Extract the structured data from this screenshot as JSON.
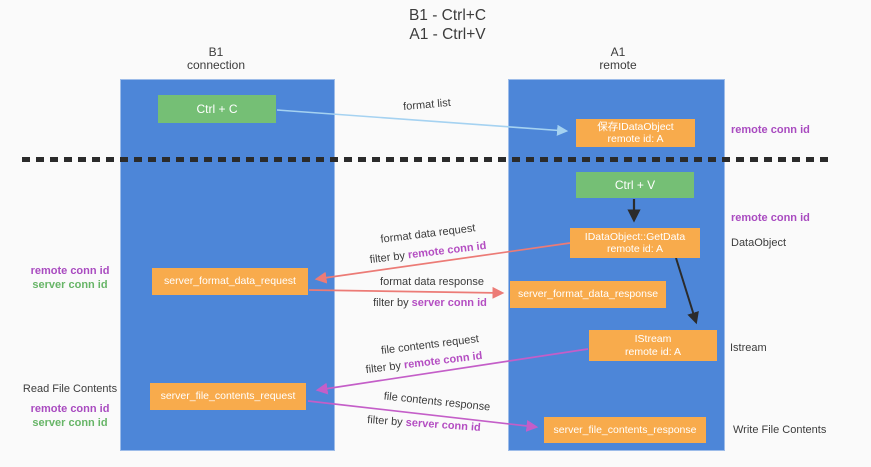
{
  "title": {
    "line1": "B1 - Ctrl+C",
    "line2": "A1 - Ctrl+V"
  },
  "lanes": {
    "left": {
      "title": "B1",
      "subtitle": "connection"
    },
    "right": {
      "title": "A1",
      "subtitle": "remote"
    }
  },
  "nodes": {
    "ctrl_c": {
      "label": "Ctrl + C"
    },
    "ctrl_v": {
      "label": "Ctrl + V"
    },
    "save_dataobject": {
      "line1": "保存IDataObject",
      "line2": "remote id: A"
    },
    "getdata": {
      "line1": "IDataObject::GetData",
      "line2": "remote id: A"
    },
    "istream": {
      "line1": "IStream",
      "line2": "remote id: A"
    },
    "server_format_data_request": {
      "label": "server_format_data_request"
    },
    "server_format_data_response": {
      "label": "server_format_data_response"
    },
    "server_file_contents_request": {
      "label": "server_file_contents_request"
    },
    "server_file_contents_response": {
      "label": "server_file_contents_response"
    }
  },
  "flow_labels": {
    "format_list": "format list",
    "format_data_request": "format data request",
    "format_data_response": "format data response",
    "file_contents_request": "file contents request",
    "file_contents_response": "file contents response",
    "filter_by": "filter by",
    "remote_conn_id": "remote conn id",
    "server_conn_id": "server conn id"
  },
  "side_labels": {
    "left_top": {
      "remote": "remote conn id",
      "server": "server conn id"
    },
    "read_file_contents": "Read File Contents",
    "left_bottom": {
      "remote": "remote conn id",
      "server": "server conn id"
    },
    "right_remote_top": "remote conn id",
    "right_remote_mid": "remote conn id",
    "dataobject": "DataObject",
    "istream": "Istream",
    "write_file_contents": "Write File Contents"
  },
  "colors": {
    "background": "#fafafa",
    "lane_blue": "#4d86d8",
    "node_orange": "#f8ab4c",
    "node_green": "#75bf75",
    "arrow_light_blue": "#a5d2f1",
    "arrow_red": "#ec7b76",
    "arrow_magenta": "#c45ec8",
    "arrow_black": "#2b2b2b",
    "label_purple": "#a94bc0",
    "label_green": "#67b567",
    "text_dark": "#3c3c3c"
  }
}
